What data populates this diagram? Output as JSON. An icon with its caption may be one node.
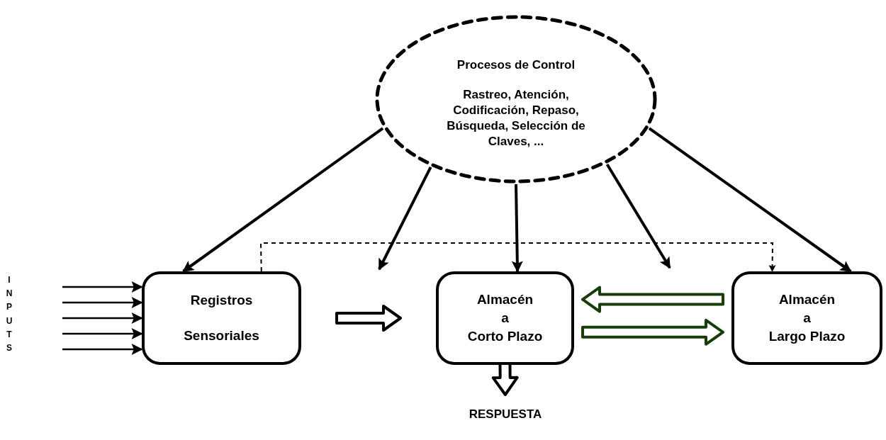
{
  "diagram": {
    "nodes": [
      {
        "text": [
          "Procesos de Control",
          "Rastreo, Atención, Codificación, Repaso, Búsqueda, Selección de Claves, ..."
        ]
      },
      {
        "text": [
          "Registros",
          "Sensoriales"
        ]
      },
      {
        "text": [
          "Almacén",
          "a",
          "Corto Plazo"
        ]
      },
      {
        "text": [
          "Almacén",
          "a",
          "Largo Plazo"
        ]
      },
      {
        "text": [
          "RESPUESTA"
        ]
      }
    ],
    "edges": [
      {
        "from": 0,
        "to": 1,
        "arrow": "to"
      },
      {
        "from": 0,
        "to": null,
        "arrow": "to"
      },
      {
        "from": 0,
        "to": 2,
        "arrow": "to"
      },
      {
        "from": 0,
        "to": null,
        "arrow": "to"
      },
      {
        "from": 0,
        "to": 3,
        "arrow": "to"
      },
      {
        "from": 1,
        "to": 3,
        "arrow": "to",
        "style": "dashed"
      },
      {
        "from": null,
        "to": 1,
        "arrow": "to"
      },
      {
        "from": null,
        "to": 1,
        "arrow": "to"
      },
      {
        "from": null,
        "to": 1,
        "arrow": "to"
      },
      {
        "from": null,
        "to": 1,
        "arrow": "to"
      },
      {
        "from": null,
        "to": 1,
        "arrow": "to"
      },
      {
        "from": 1,
        "to": 2,
        "arrow": "to",
        "style": "thick"
      },
      {
        "from": 3,
        "to": 2,
        "arrow": "to",
        "style": "thick",
        "color": "#173d0c"
      },
      {
        "from": 2,
        "to": 3,
        "arrow": "to",
        "style": "thick",
        "color": "#173d0c"
      },
      {
        "from": 2,
        "to": 4,
        "arrow": "to",
        "style": "thick"
      }
    ],
    "labels": [
      "INPUTS"
    ]
  }
}
